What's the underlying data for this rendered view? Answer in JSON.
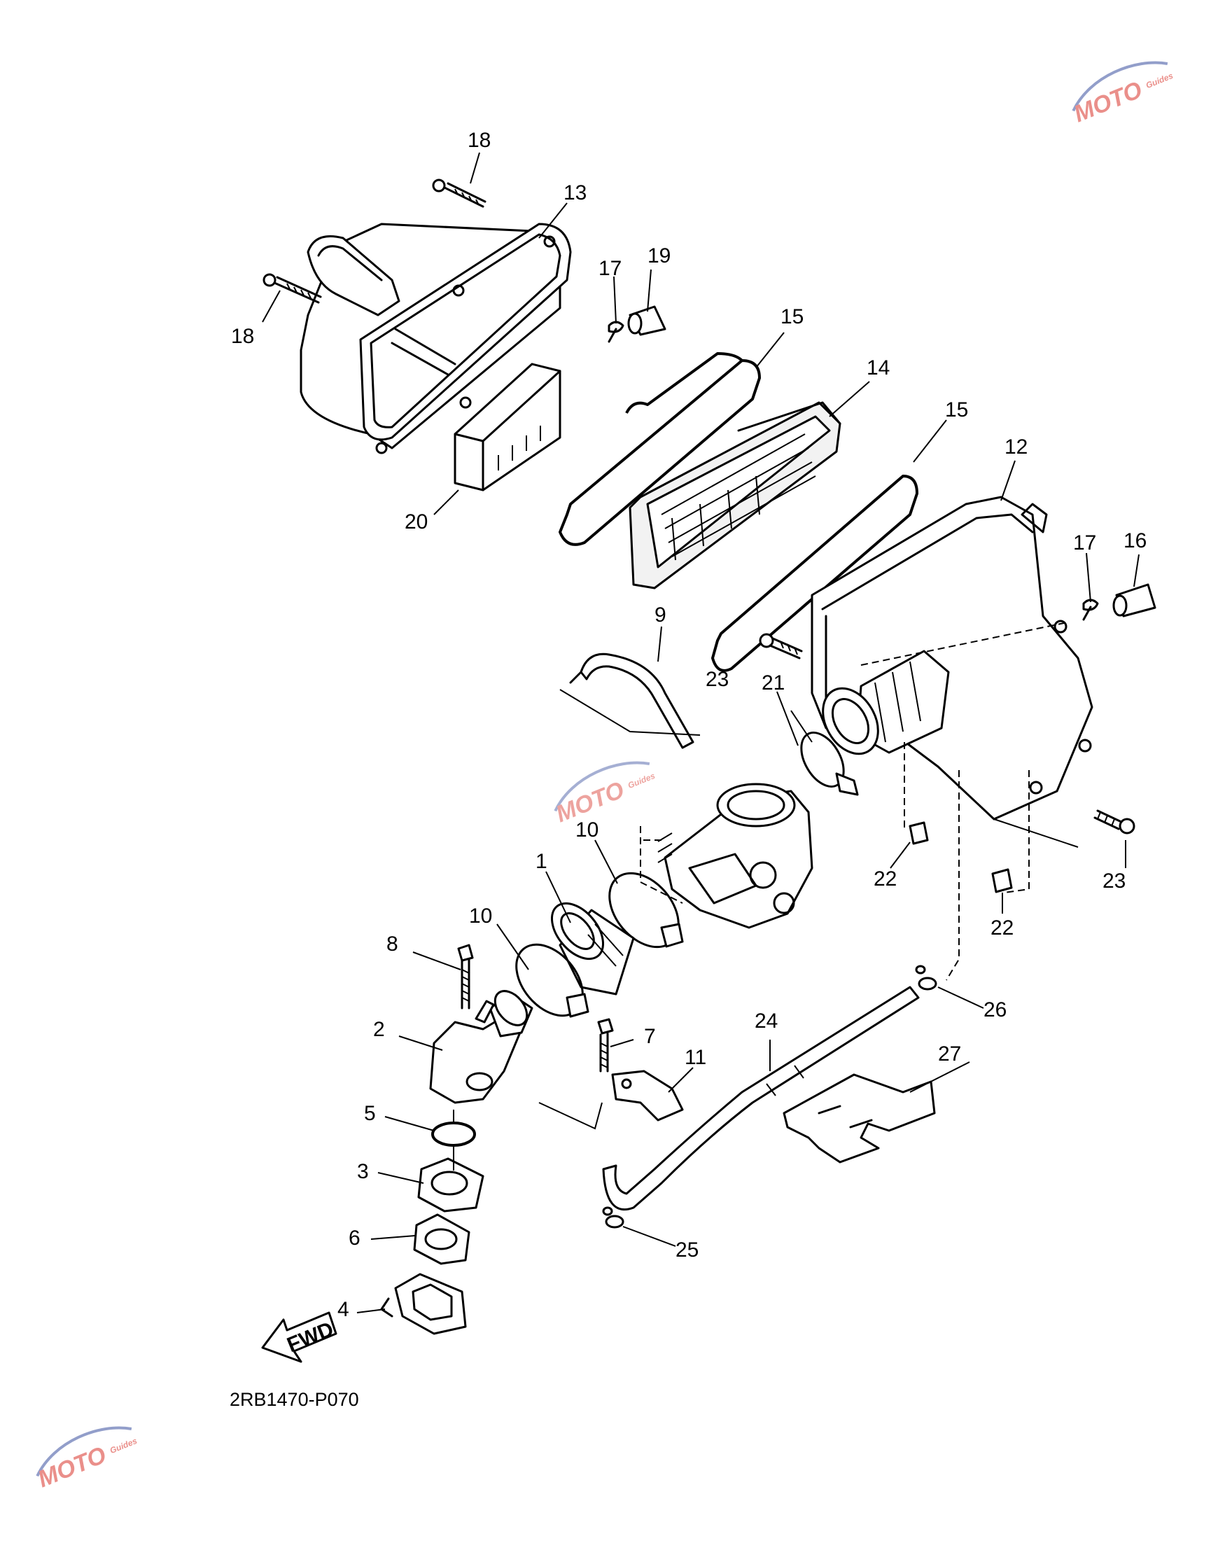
{
  "diagram_code": "2RB1470-P070",
  "fwd_label": "FWD",
  "watermark": {
    "text_main": "MOTO",
    "text_sub": "Guides",
    "color_red": "#d9342b",
    "color_blue": "#3a4fa0"
  },
  "callouts": {
    "c1": "1",
    "c2": "2",
    "c3": "3",
    "c4": "4",
    "c5": "5",
    "c6": "6",
    "c7": "7",
    "c8": "8",
    "c9": "9",
    "c10a": "10",
    "c10b": "10",
    "c11": "11",
    "c12": "12",
    "c13": "13",
    "c14": "14",
    "c15a": "15",
    "c15b": "15",
    "c16": "16",
    "c17a": "17",
    "c17b": "17",
    "c18a": "18",
    "c18b": "18",
    "c19": "19",
    "c20": "20",
    "c21": "21",
    "c22a": "22",
    "c22b": "22",
    "c23a": "23",
    "c23b": "23",
    "c24": "24",
    "c25": "25",
    "c26": "26",
    "c27": "27"
  }
}
